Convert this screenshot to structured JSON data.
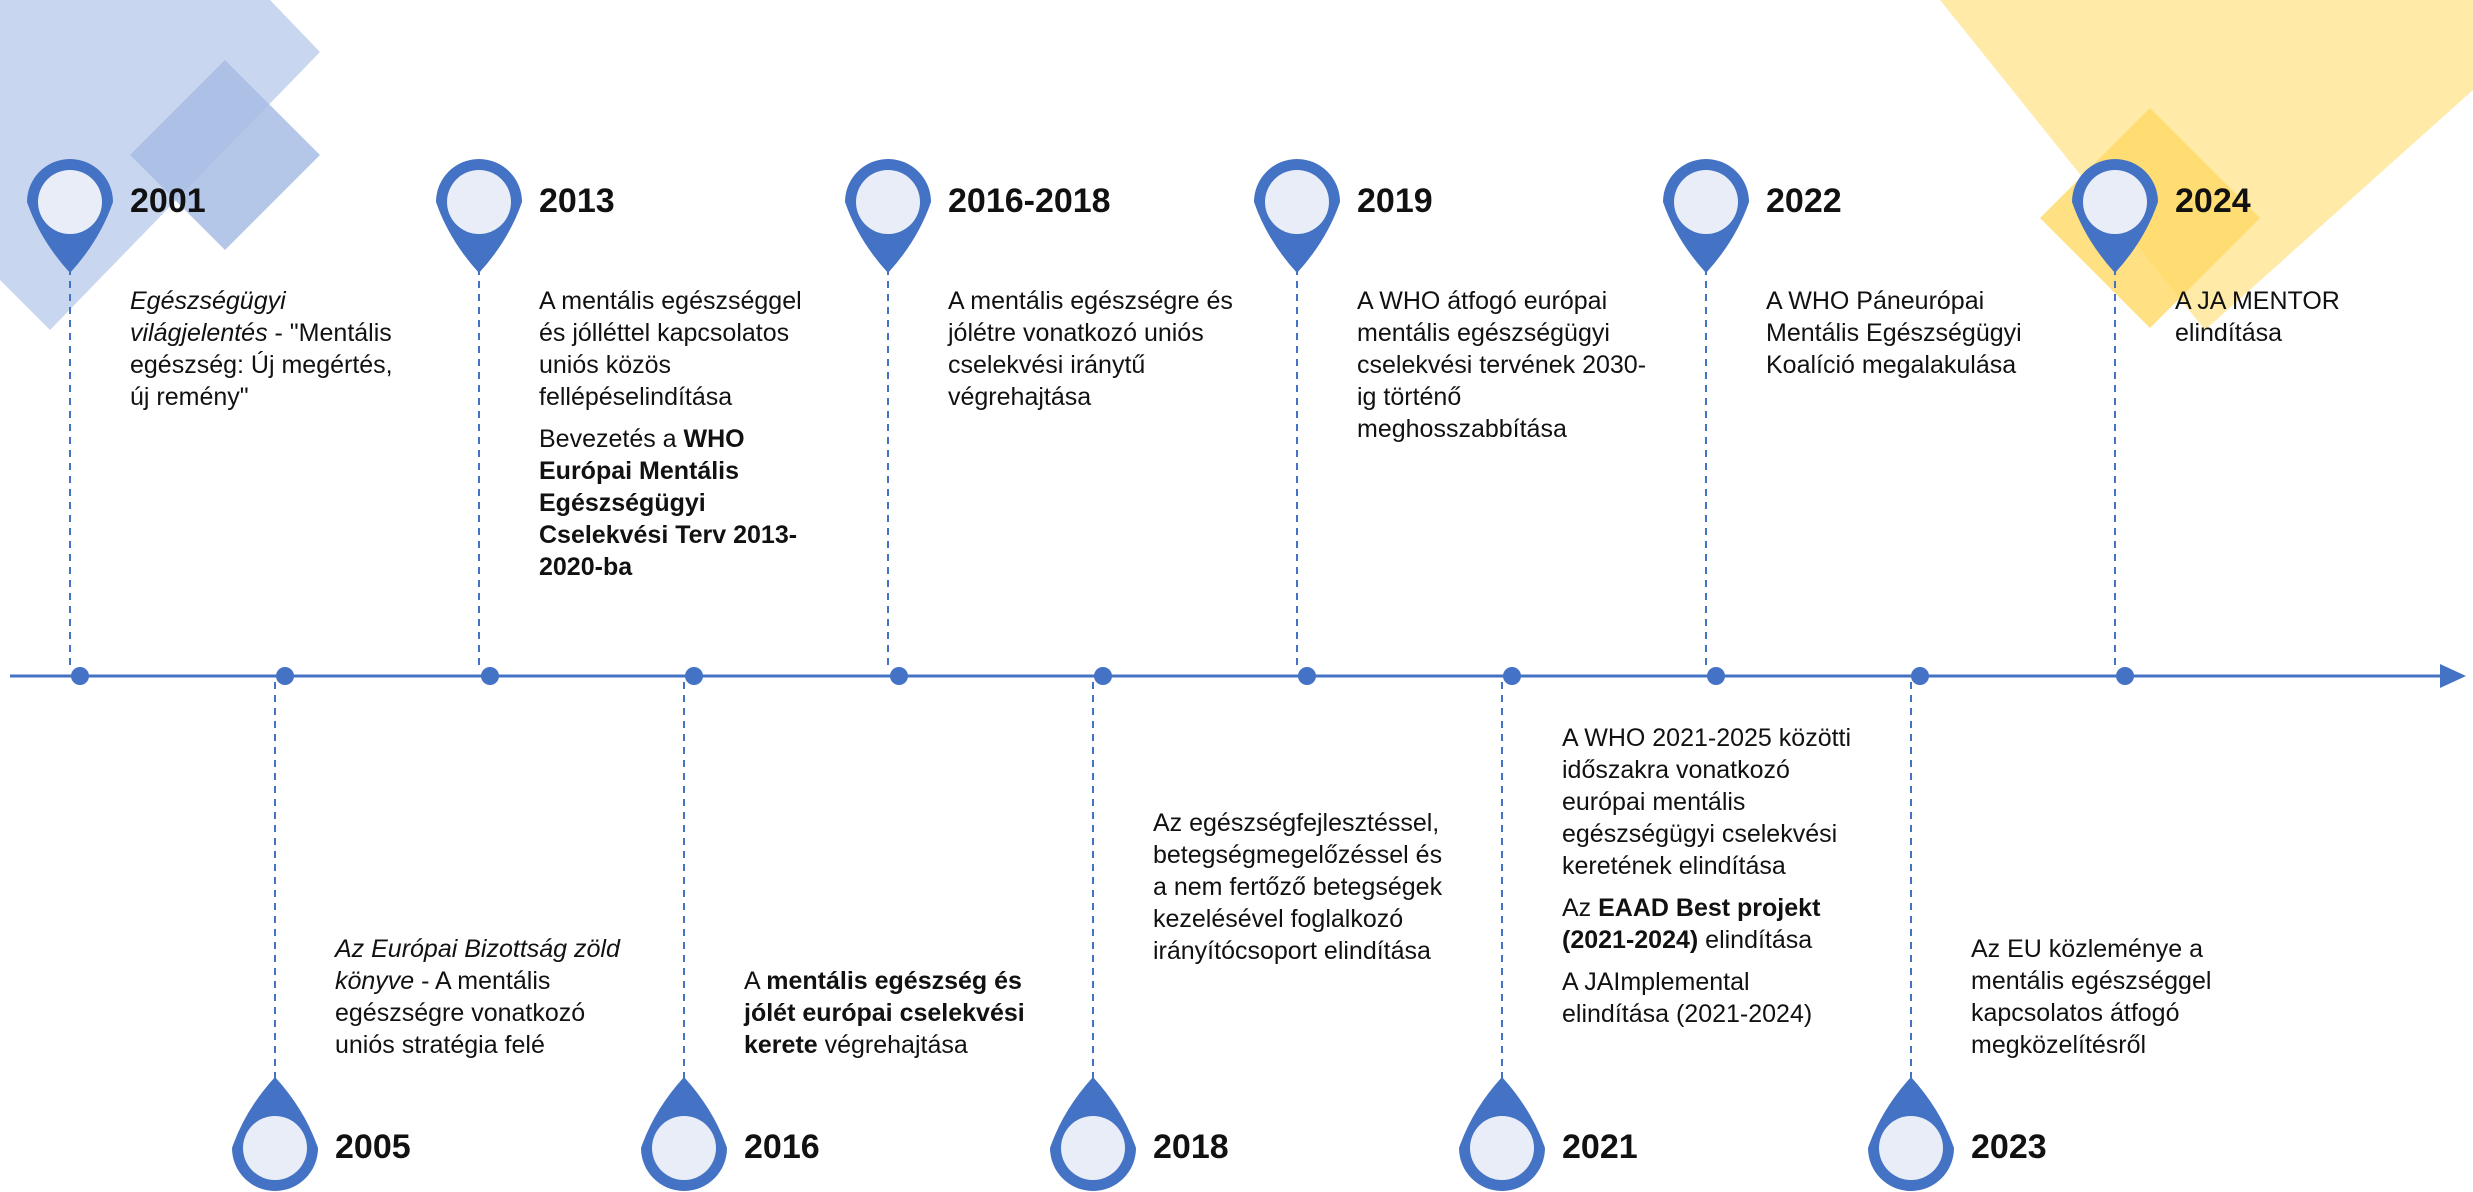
{
  "theme": {
    "line_color": "#4472c4",
    "pin_fill": "#e8edf7",
    "deco_blue": "#aec2e6",
    "deco_yellow": "#ffe08a"
  },
  "events_top": [
    {
      "year": "2001",
      "lines": [
        {
          "italic": "Egészségügyi világjelentés",
          "text": " - \"Mentális egészség: Új megértés, új remény\""
        }
      ]
    },
    {
      "year": "2013",
      "lines": [
        {
          "text": "A mentális egészséggel és jólléttel kapcsolatos uniós közös fellépéselindítása"
        },
        {
          "text": "Bevezetés a ",
          "bold": "WHO Európai Mentális Egészségügyi Cselekvési Terv 2013-2020-ba"
        }
      ]
    },
    {
      "year": "2016-2018",
      "lines": [
        {
          "text": "A mentális egészségre és jólétre vonatkozó uniós cselekvési iránytű végrehajtása"
        }
      ]
    },
    {
      "year": "2019",
      "lines": [
        {
          "text": "A WHO átfogó európai mentális egészségügyi cselekvési tervének 2030-ig történő meghosszabbítása"
        }
      ]
    },
    {
      "year": "2022",
      "lines": [
        {
          "text": "A WHO Páneurópai Mentális Egészségügyi Koalíció megalakulása"
        }
      ]
    },
    {
      "year": "2024",
      "lines": [
        {
          "text": "A JA MENTOR elindítása"
        }
      ]
    }
  ],
  "events_bottom": [
    {
      "year": "2005",
      "lines": [
        {
          "italic": "Az Európai Bizottság zöld könyve",
          "text": " - A mentális egészségre vonatkozó uniós stratégia felé"
        }
      ]
    },
    {
      "year": "2016",
      "lines": [
        {
          "text": "A ",
          "bold": "mentális egészség és jólét európai cselekvési kerete",
          "tail": " végrehajtása"
        }
      ]
    },
    {
      "year": "2018",
      "lines": [
        {
          "text": "Az egészségfejlesztéssel, betegségmegelőzéssel és a nem fertőző betegségek kezelésével foglalkozó irányítócsoport elindítása"
        }
      ]
    },
    {
      "year": "2021",
      "lines": [
        {
          "text": "A WHO 2021-2025 közötti időszakra vonatkozó európai mentális egészségügyi cselekvési keretének elindítása"
        },
        {
          "text": "Az ",
          "bold": "EAAD Best projekt (2021-2024)",
          "tail": " elindítása"
        },
        {
          "text": "A JAImplemental elindítása (2021-2024)"
        }
      ]
    },
    {
      "year": "2023",
      "lines": [
        {
          "text": "Az EU közleménye a mentális egészséggel kapcsolatos átfogó megközelítésről"
        }
      ]
    }
  ]
}
